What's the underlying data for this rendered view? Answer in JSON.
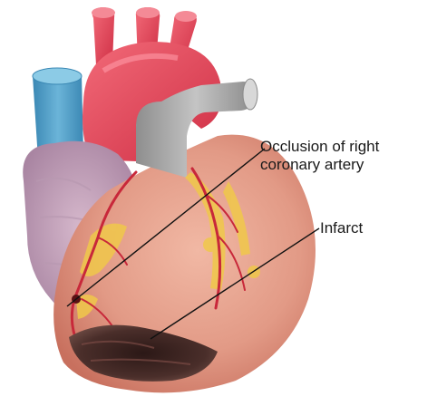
{
  "labels": {
    "occlusion_line1": "Occlusion of right",
    "occlusion_line2": "coronary artery",
    "infarct": "Infarct"
  },
  "colors": {
    "aorta": "#e8475a",
    "superior_vena_cava": "#4a9ac4",
    "pulmonary_trunk": "#a8a8a8",
    "right_atrium": "#c6a4bd",
    "ventricle": "#e29a86",
    "fat": "#f0c84a",
    "infarct": "#3a2522",
    "leader_line": "#111111"
  },
  "icons": {
    "heart": "heart-illustration"
  }
}
